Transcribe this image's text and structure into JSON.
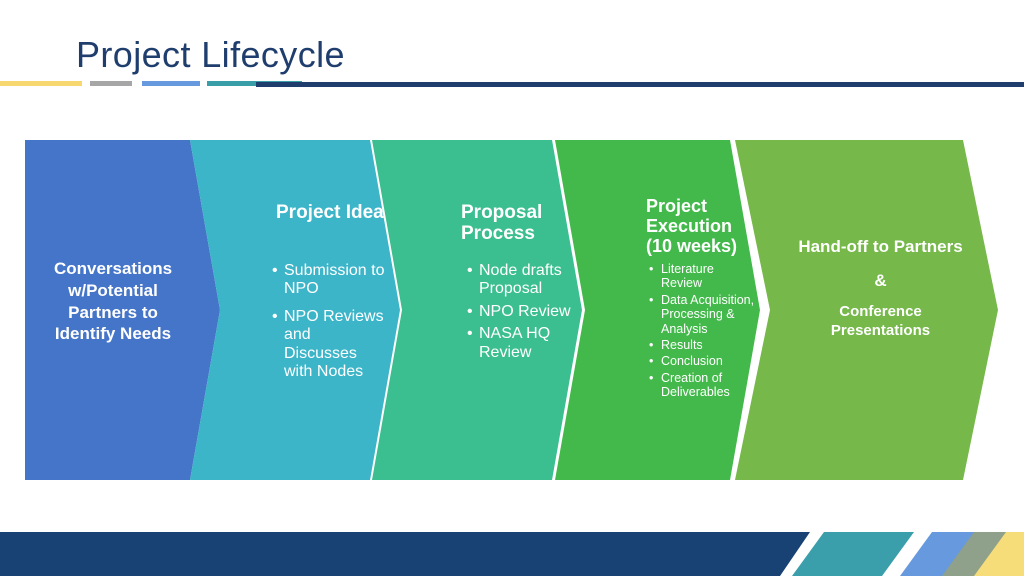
{
  "slide": {
    "title": "Project Lifecycle",
    "title_color": "#1F3E6E",
    "background": "#FFFFFF"
  },
  "top_rule": {
    "segments": [
      {
        "name": "yellow",
        "color": "#F7D770"
      },
      {
        "name": "gray",
        "color": "#A6A6A6"
      },
      {
        "name": "blue",
        "color": "#6699DD"
      },
      {
        "name": "teal",
        "color": "#3A9EA8"
      },
      {
        "name": "navy",
        "color": "#1F3E6E"
      }
    ]
  },
  "diagram": {
    "type": "process-chevron-flow",
    "stages": [
      {
        "index": 1,
        "color": "#4575C8",
        "heading": "",
        "center_text": "Conversations w/Potential Partners to Identify Needs",
        "bullets": []
      },
      {
        "index": 2,
        "color": "#3DB5C9",
        "heading": "Project Idea",
        "center_text": "",
        "bullets": [
          "Submission to NPO",
          "NPO Reviews and Discusses with Nodes"
        ]
      },
      {
        "index": 3,
        "color": "#3CBF90",
        "heading": "Proposal Process",
        "center_text": "",
        "bullets": [
          "Node drafts Proposal",
          "NPO Review",
          "NASA HQ Review"
        ]
      },
      {
        "index": 4,
        "color": "#43B94B",
        "heading": "Project Execution (10 weeks)",
        "center_text": "",
        "bullets": [
          "Literature Review",
          "Data Acquisition, Processing & Analysis",
          "Results",
          "Conclusion",
          "Creation of Deliverables"
        ]
      },
      {
        "index": 5,
        "color": "#76B84A",
        "heading": "",
        "center_text": "Hand-off to Partners",
        "amp": "&",
        "subtext": "Conference Presentations",
        "bullets": []
      }
    ]
  },
  "bottom_band": {
    "segments": [
      {
        "name": "navy",
        "color": "#174273"
      },
      {
        "name": "teal",
        "color": "#3A9EAB"
      },
      {
        "name": "blue",
        "color": "#6699DD"
      },
      {
        "name": "gray",
        "color": "#8FA08B"
      },
      {
        "name": "yellow",
        "color": "#F7DC7A"
      }
    ]
  }
}
